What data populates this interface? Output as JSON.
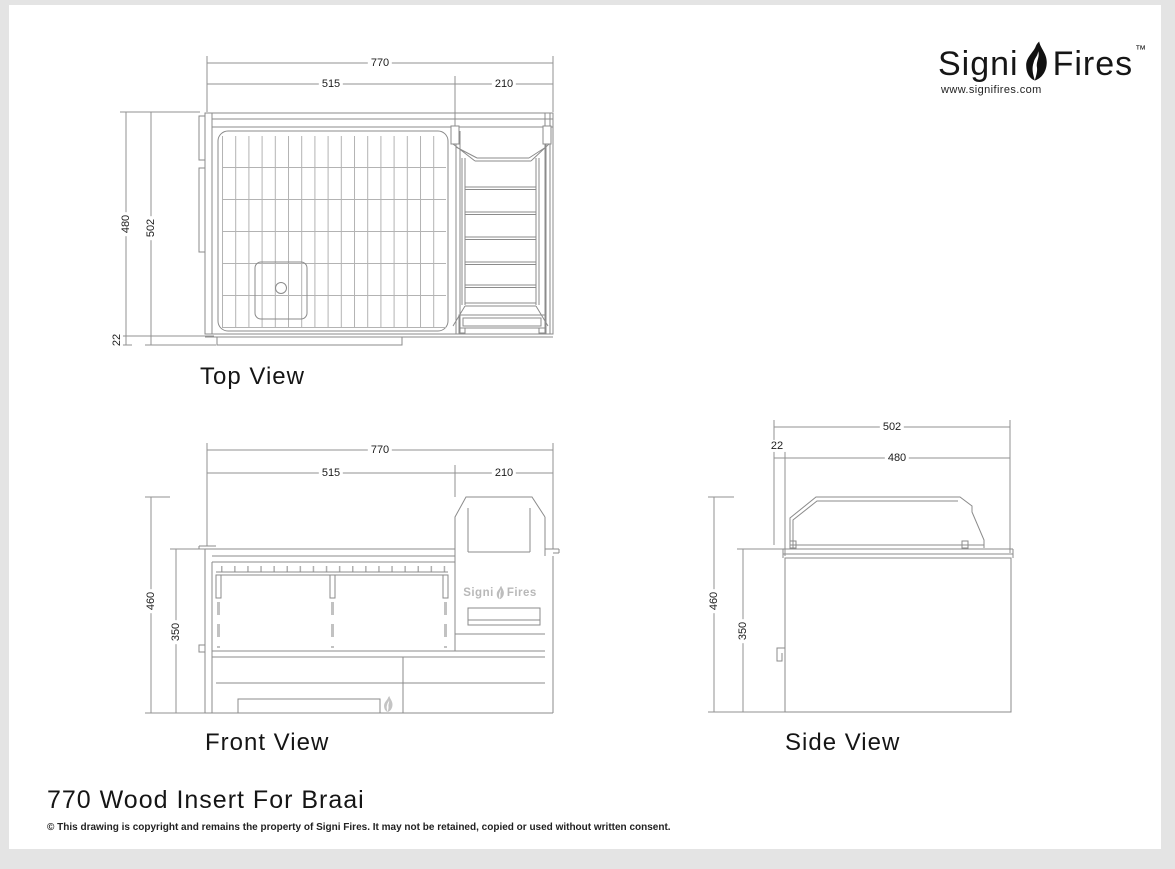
{
  "logo": {
    "brand_first": "Signi",
    "brand_second": "Fires",
    "trademark": "™",
    "website": "www.signifires.com"
  },
  "views": {
    "top": {
      "label": "Top View"
    },
    "front": {
      "label": "Front View",
      "watermark_first": "Signi",
      "watermark_second": "Fires"
    },
    "side": {
      "label": "Side View"
    }
  },
  "dims": {
    "top": {
      "total_width": "770",
      "grill_width": "515",
      "chute_width": "210",
      "inner_depth": "480",
      "total_depth": "502",
      "lip": "22"
    },
    "front": {
      "total_width": "770",
      "grill_width": "515",
      "chute_width": "210",
      "total_height": "460",
      "firebox_height": "350"
    },
    "side": {
      "total_depth": "502",
      "lip": "22",
      "inner_depth": "480",
      "total_height": "460",
      "firebox_height": "350"
    }
  },
  "footer": {
    "drawing_title": "770 Wood Insert For Braai",
    "copyright_notice": "© This drawing is copyright and remains the property of Signi Fires. It may not be retained, copied or used without written consent."
  },
  "colors": {
    "canvas_background": "#e4e4e4",
    "sheet": "#ffffff",
    "line": "#8b8b8b",
    "dim_text": "#1c1c1c",
    "watermark": "#b8b8b8",
    "logo_text": "#161616"
  }
}
